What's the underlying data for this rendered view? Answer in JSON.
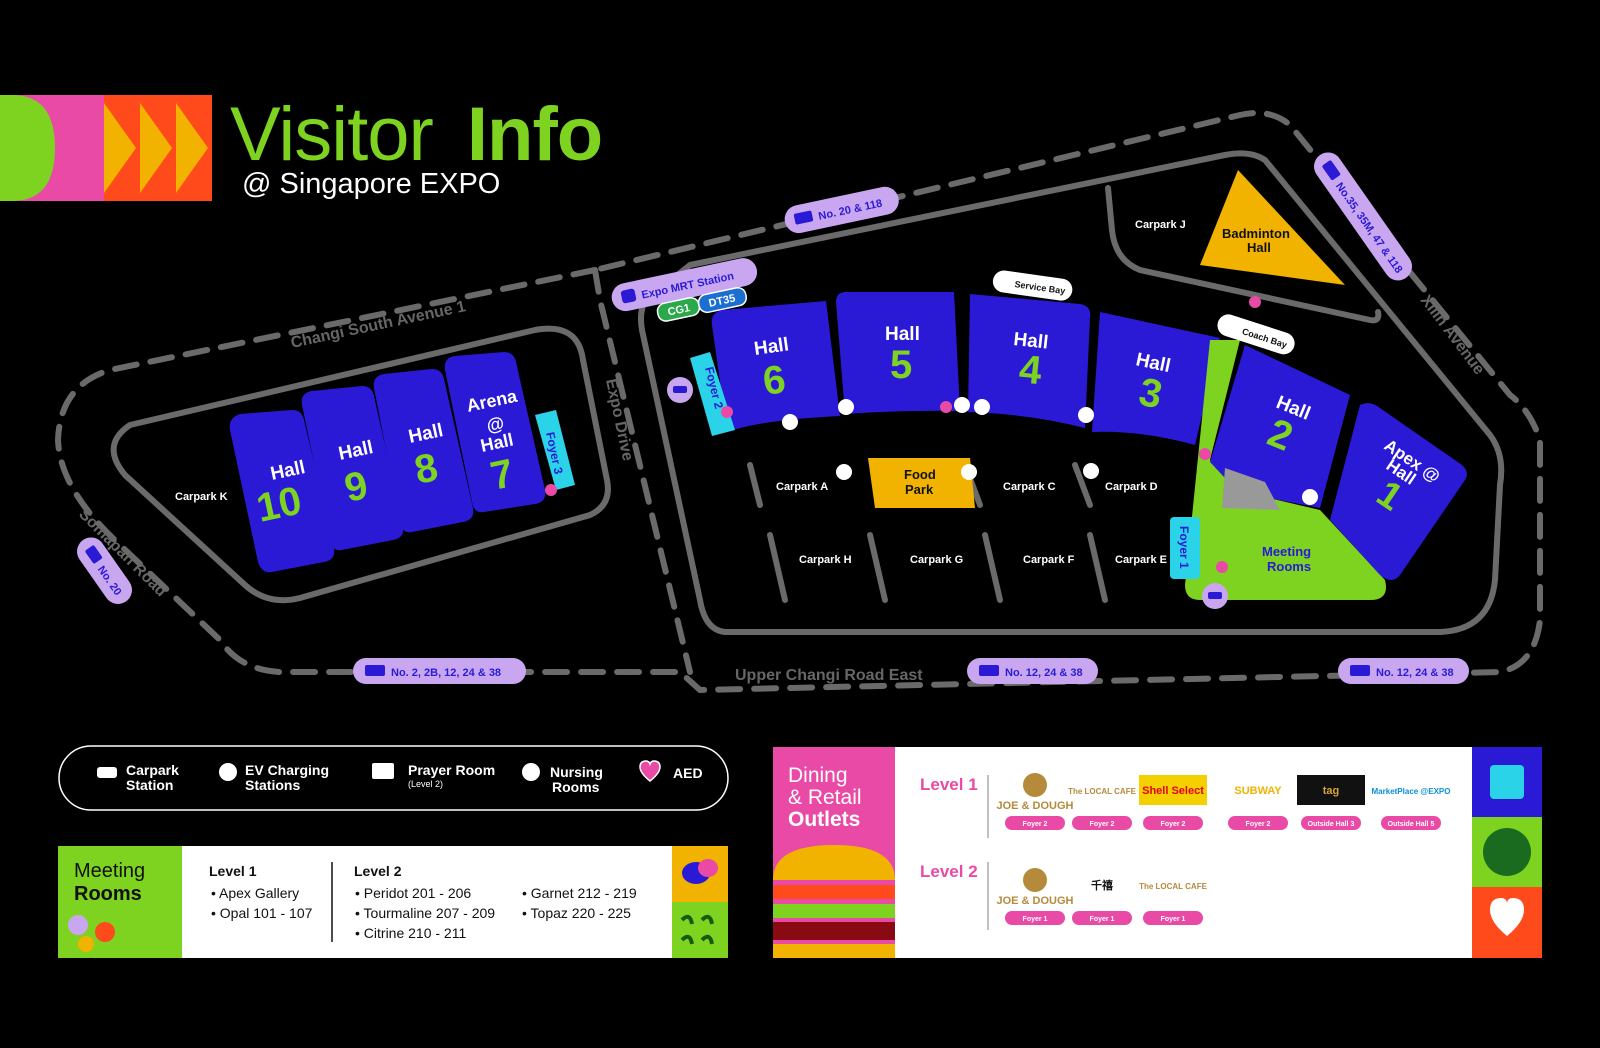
{
  "header": {
    "title_part1": "Visitor",
    "title_part2": "Info",
    "subtitle": "@ Singapore EXPO"
  },
  "colors": {
    "green": "#7ed321",
    "blue": "#2a1ad6",
    "pink": "#e94aa6",
    "orange": "#ff4a1c",
    "yellow": "#f2b300",
    "purple": "#c9a7f0",
    "cyan": "#2ad3e8",
    "road": "#6a6a6a"
  },
  "roads": {
    "changi_south": "Changi South Avenue 1",
    "expo_drive": "Expo Drive",
    "somapah": "Somapah Road",
    "xilin": "Xilin Avenue",
    "upper_changi": "Upper Changi Road East"
  },
  "bus_stops": {
    "b1": "No. 20 & 118",
    "b2": "No.35, 35M, 47 & 118",
    "b3": "No. 20",
    "b4": "No. 2, 2B, 12, 24 & 38",
    "b5": "No. 12, 24 & 38",
    "b6": "No. 12, 24 & 38"
  },
  "mrt": {
    "name": "Expo MRT Station",
    "code1": "CG1",
    "code2": "DT35"
  },
  "halls": {
    "h10": {
      "word": "Hall",
      "num": "10"
    },
    "h9": {
      "word": "Hall",
      "num": "9"
    },
    "h8": {
      "word": "Hall",
      "num": "8"
    },
    "h7": {
      "line1": "Arena",
      "line2": "@",
      "line3": "Hall",
      "num": "7"
    },
    "h6": {
      "word": "Hall",
      "num": "6"
    },
    "h5": {
      "word": "Hall",
      "num": "5"
    },
    "h4": {
      "word": "Hall",
      "num": "4"
    },
    "h3": {
      "word": "Hall",
      "num": "3"
    },
    "h2": {
      "word": "Hall",
      "num": "2"
    },
    "h1": {
      "line1": "Apex @",
      "line2": "Hall",
      "num": "1"
    }
  },
  "foyers": {
    "f1": "Foyer 1",
    "f2": "Foyer 2",
    "f3": "Foyer 3"
  },
  "places": {
    "badminton1": "Badminton",
    "badminton2": "Hall",
    "food1": "Food",
    "food2": "Park",
    "meeting1": "Meeting",
    "meeting2": "Rooms",
    "service_bay": "Service Bay",
    "coach_bay": "Coach Bay"
  },
  "carparks": {
    "a": "Carpark A",
    "c": "Carpark C",
    "d": "Carpark D",
    "e": "Carpark E",
    "f": "Carpark F",
    "g": "Carpark G",
    "h": "Carpark H",
    "j": "Carpark J",
    "k": "Carpark K"
  },
  "legend": {
    "carpark1": "Carpark",
    "carpark2": "Station",
    "ev1": "EV Charging",
    "ev2": "Stations",
    "prayer1": "Prayer Room",
    "prayer2": "(Level 2)",
    "nursing1": "Nursing",
    "nursing2": "Rooms",
    "aed": "AED"
  },
  "meeting_rooms": {
    "title1": "Meeting",
    "title2": "Rooms",
    "level1_title": "Level 1",
    "level1_items": [
      "• Apex Gallery",
      "• Opal 101 - 107"
    ],
    "level2_title": "Level 2",
    "level2_col1": [
      "• Peridot 201 - 206",
      "• Tourmaline 207 - 209",
      "• Citrine 210 - 211"
    ],
    "level2_col2": [
      "• Garnet 212 - 219",
      "• Topaz 220 - 225"
    ]
  },
  "dining": {
    "title1": "Dining",
    "title2": "& Retail",
    "title3": "Outlets",
    "level1": "Level 1",
    "level2": "Level 2",
    "outlets_l1": [
      {
        "name": "JOE & DOUGH",
        "loc": "Foyer 2"
      },
      {
        "name": "The LOCAL CAFE",
        "loc": "Foyer 2"
      },
      {
        "name": "Shell Select",
        "loc": "Foyer 2"
      },
      {
        "name": "SUBWAY",
        "loc": "Foyer 2"
      },
      {
        "name": "tag",
        "loc": "Outside Hall 3"
      },
      {
        "name": "MarketPlace @EXPO",
        "loc": "Outside Hall 5"
      }
    ],
    "outlets_l2": [
      {
        "name": "JOE & DOUGH",
        "loc": "Foyer 1"
      },
      {
        "name": "千禧",
        "loc": "Foyer 1"
      },
      {
        "name": "The LOCAL CAFE",
        "loc": "Foyer 1"
      }
    ]
  }
}
